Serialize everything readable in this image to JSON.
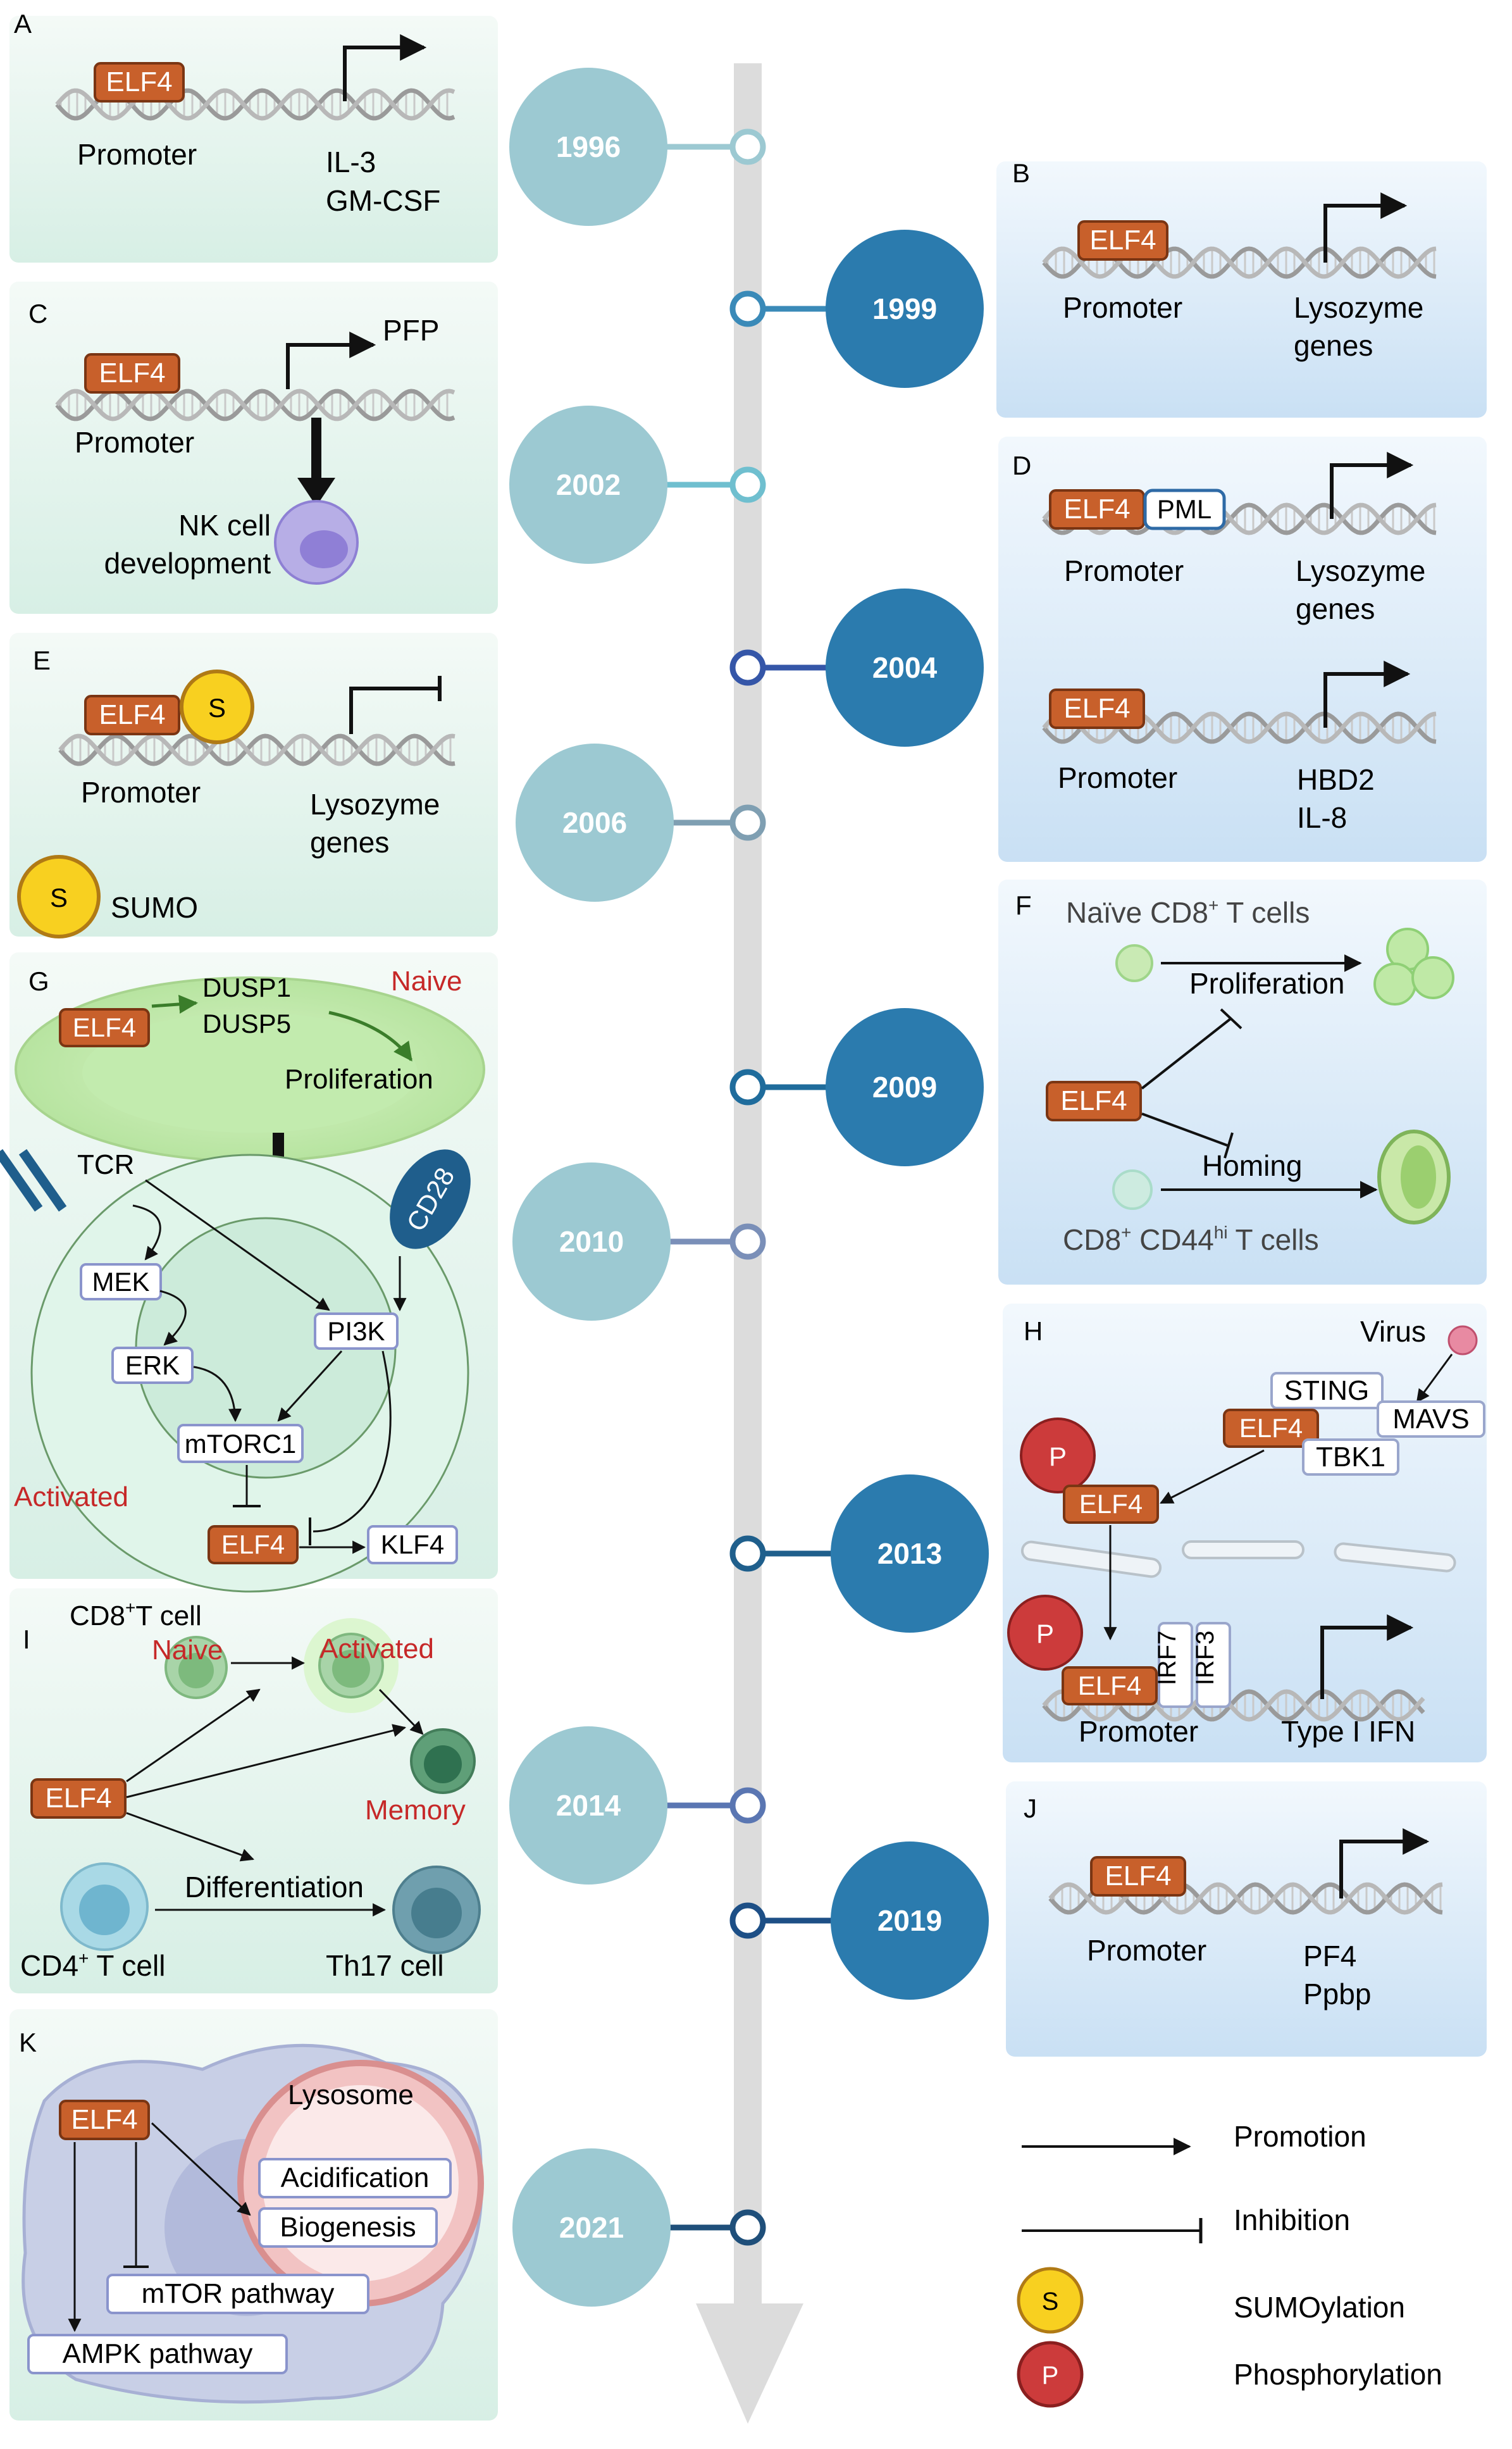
{
  "timeline": {
    "years": [
      "1996",
      "1999",
      "2002",
      "2004",
      "2006",
      "2009",
      "2010",
      "2013",
      "2014",
      "2019",
      "2021"
    ],
    "colors": {
      "light": "#9cc9d2",
      "dark": "#2b7bae",
      "axis": "#dcdcdc"
    }
  },
  "panels": {
    "A": {
      "letter": "A",
      "tf": "ELF4",
      "promoter": "Promoter",
      "target1": "IL-3",
      "target2": "GM-CSF"
    },
    "B": {
      "letter": "B",
      "tf": "ELF4",
      "promoter": "Promoter",
      "target1": "Lysozyme",
      "target2": "genes"
    },
    "C": {
      "letter": "C",
      "tf": "ELF4",
      "promoter": "Promoter",
      "target": "PFP",
      "effect1": "NK cell",
      "effect2": "development"
    },
    "D": {
      "letter": "D",
      "tf": "ELF4",
      "partner": "PML",
      "promoter": "Promoter",
      "target1": "Lysozyme",
      "target2": "genes",
      "promoter2": "Promoter",
      "target3": "HBD2",
      "target4": "IL-8"
    },
    "E": {
      "letter": "E",
      "tf": "ELF4",
      "s": "S",
      "promoter": "Promoter",
      "target1": "Lysozyme",
      "target2": "genes",
      "sumo": "SUMO"
    },
    "F": {
      "letter": "F",
      "naive": "Naïve CD8",
      "naive_sup": "+",
      "naive_tail": " T cells",
      "prolif": "Proliferation",
      "tf": "ELF4",
      "homing": "Homing",
      "cd8a": "CD8",
      "sup1": "+",
      "cd8b": " CD44",
      "sup2": "hi",
      "cd8c": " T cells"
    },
    "G": {
      "letter": "G",
      "tf": "ELF4",
      "dusp1": "DUSP1",
      "dusp5": "DUSP5",
      "naive": "Naive",
      "prolif": "Proliferation",
      "tcr": "TCR",
      "cd28": "CD28",
      "mek": "MEK",
      "erk": "ERK",
      "pi3k": "PI3K",
      "mtorc1": "mTORC1",
      "activated": "Activated",
      "tf2": "ELF4",
      "klf4": "KLF4"
    },
    "H": {
      "letter": "H",
      "virus": "Virus",
      "sting": "STING",
      "mavs": "MAVS",
      "tf": "ELF4",
      "tbk1": "TBK1",
      "p": "P",
      "tf2": "ELF4",
      "irf7": "IRF7",
      "irf3": "IRF3",
      "tf3": "ELF4",
      "promoter": "Promoter",
      "target": "Type I IFN"
    },
    "I": {
      "letter": "I",
      "cd8": "CD8",
      "cd8_sup": "+",
      "cd8_tail": "T cell",
      "naive": "Naive",
      "activated": "Activated",
      "memory": "Memory",
      "tf": "ELF4",
      "diff": "Differentiation",
      "cd4": "CD4",
      "cd4_sup": "+",
      "cd4_tail": " T cell",
      "th17": "Th17 cell"
    },
    "J": {
      "letter": "J",
      "tf": "ELF4",
      "promoter": "Promoter",
      "target1": "PF4",
      "target2": "Ppbp"
    },
    "K": {
      "letter": "K",
      "tf": "ELF4",
      "lysosome": "Lysosome",
      "acid": "Acidification",
      "biog": "Biogenesis",
      "mtor": "mTOR pathway",
      "ampk": "AMPK pathway"
    }
  },
  "legend": {
    "promotion": "Promotion",
    "inhibition": "Inhibition",
    "s": "S",
    "sumoylation": "SUMOylation",
    "p": "P",
    "phosphorylation": "Phosphorylation"
  }
}
